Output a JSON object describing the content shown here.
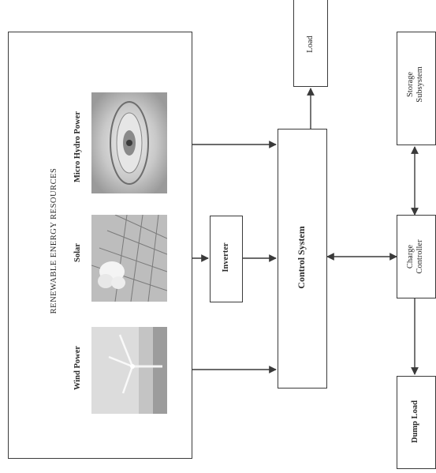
{
  "resources_title": "RENEWABLE ENERGY RESOURCES",
  "resources": {
    "wind": "Wind Power",
    "solar": "Solar",
    "hydro": "Micro Hydro Power"
  },
  "blocks": {
    "inverter": "Inverter",
    "control_system": "Control System",
    "load": "Load",
    "storage": [
      "Storage",
      "Subsystem"
    ],
    "charge_controller": [
      "Charge",
      "Controller"
    ],
    "dump_load": "Dump Load"
  },
  "colors": {
    "line": "#3a3a3a",
    "background": "#ffffff"
  }
}
